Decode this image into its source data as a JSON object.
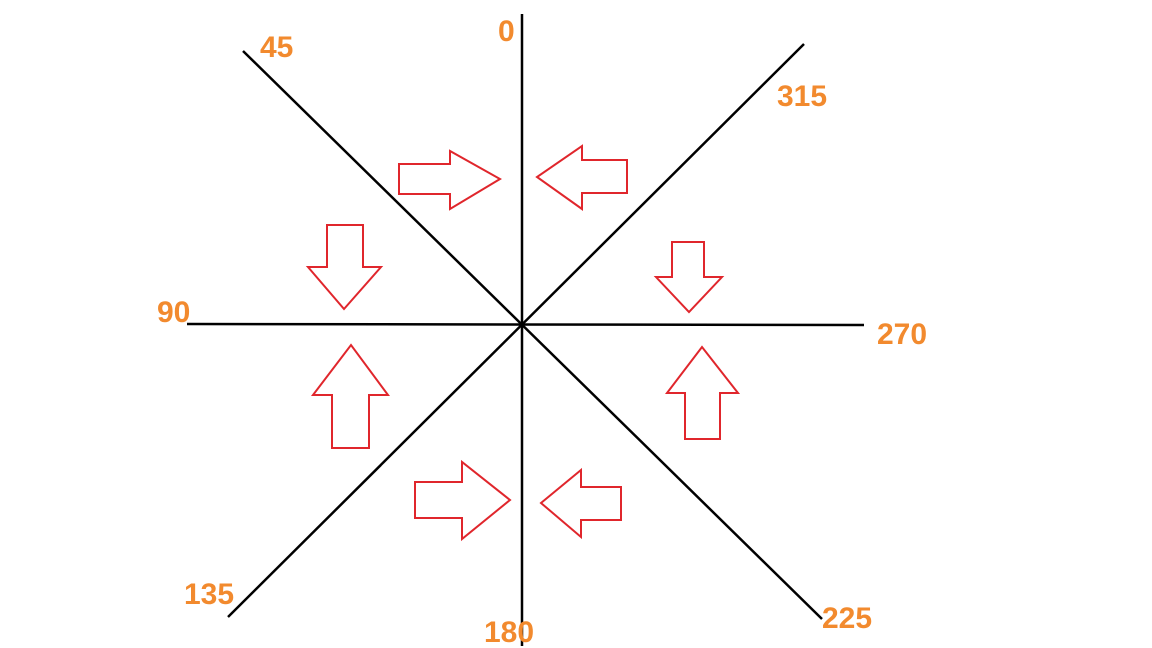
{
  "diagram": {
    "label_color": "#f28a2e",
    "arrow_color": "#e0262c",
    "line_color": "#000000",
    "angle_labels": {
      "a0": "0",
      "a45": "45",
      "a90": "90",
      "a135": "135",
      "a180": "180",
      "a225": "225",
      "a270": "270",
      "a315": "315"
    },
    "arrows": [
      {
        "position": "top-left",
        "direction": "right"
      },
      {
        "position": "top-right",
        "direction": "left"
      },
      {
        "position": "left-upper",
        "direction": "down"
      },
      {
        "position": "left-lower",
        "direction": "up"
      },
      {
        "position": "right-upper",
        "direction": "down"
      },
      {
        "position": "right-lower",
        "direction": "up"
      },
      {
        "position": "bottom-left",
        "direction": "right"
      },
      {
        "position": "bottom-right",
        "direction": "left"
      }
    ]
  }
}
